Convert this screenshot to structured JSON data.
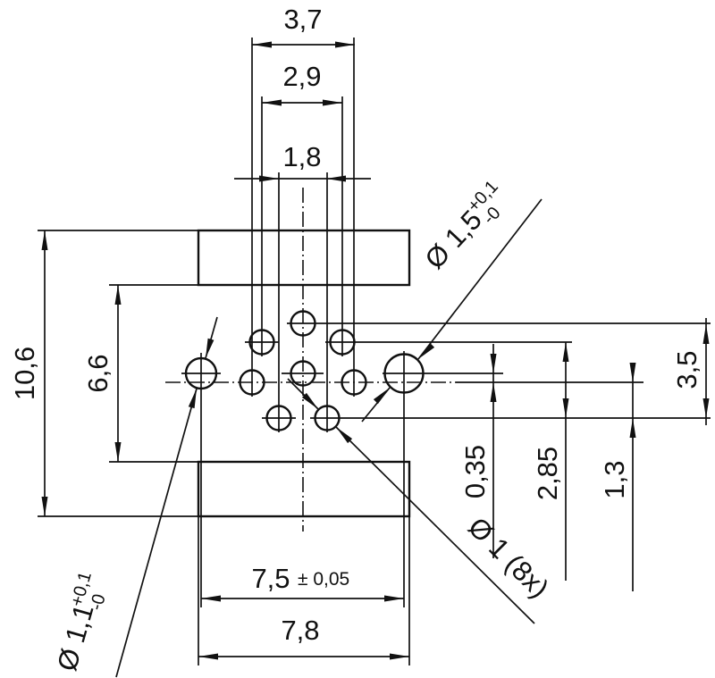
{
  "drawing": {
    "title": "connector-footprint-dimension-drawing",
    "units_style": "decimal-comma-mm",
    "dimensions": {
      "width_outer_pins": "3,7",
      "width_upper_pins": "2,9",
      "width_lower_pins": "1,8",
      "height_total": "10,6",
      "height_inner": "6,6",
      "offset_center_pin": "0,35",
      "height_upper_to_lower_row": "2,85",
      "height_centerline_to_lower_row": "1,3",
      "height_row_span": "3,5",
      "hole_spacing": "7,5",
      "hole_spacing_tolerance": "± 0,05",
      "body_width": "7,8"
    },
    "callouts": {
      "large_hole_right": {
        "text": "Ø 1,5",
        "tol_plus": "+0,1",
        "tol_minus": "-0"
      },
      "large_hole_left": {
        "text": "Ø 1,1",
        "tol_plus": "+0,1",
        "tol_minus": "-0"
      },
      "contact_holes": {
        "text": "Ø 1 (8x)"
      }
    },
    "colors": {
      "ink": "#111111",
      "background": "#ffffff"
    }
  }
}
